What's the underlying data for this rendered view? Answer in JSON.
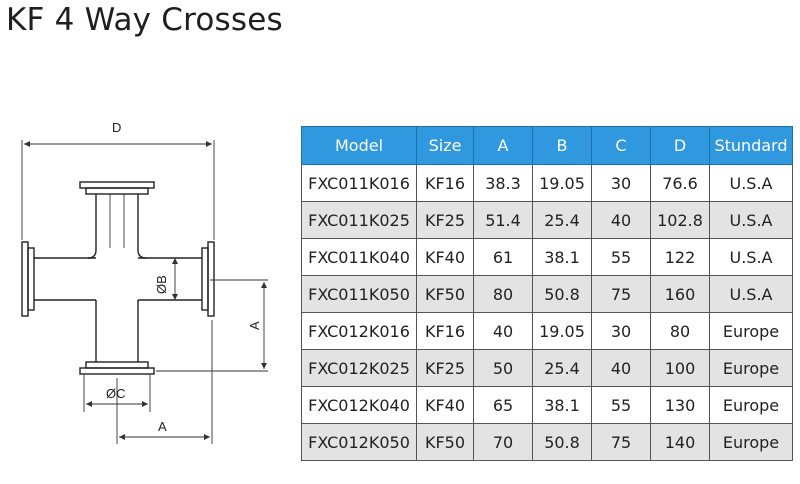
{
  "title": "KF 4 Way Crosses",
  "drawing": {
    "dim_d": "D",
    "dim_b": "ØB",
    "dim_a_vertical": "A",
    "dim_c": "ØC",
    "dim_a_horizontal": "A"
  },
  "table": {
    "headers": [
      "Model",
      "Size",
      "A",
      "B",
      "C",
      "D",
      "Stundard"
    ],
    "rows": [
      [
        "FXC011K016",
        "KF16",
        "38.3",
        "19.05",
        "30",
        "76.6",
        "U.S.A"
      ],
      [
        "FXC011K025",
        "KF25",
        "51.4",
        "25.4",
        "40",
        "102.8",
        "U.S.A"
      ],
      [
        "FXC011K040",
        "KF40",
        "61",
        "38.1",
        "55",
        "122",
        "U.S.A"
      ],
      [
        "FXC011K050",
        "KF50",
        "80",
        "50.8",
        "75",
        "160",
        "U.S.A"
      ],
      [
        "FXC012K016",
        "KF16",
        "40",
        "19.05",
        "30",
        "80",
        "Europe"
      ],
      [
        "FXC012K025",
        "KF25",
        "50",
        "25.4",
        "40",
        "100",
        "Europe"
      ],
      [
        "FXC012K040",
        "KF40",
        "65",
        "38.1",
        "55",
        "130",
        "Europe"
      ],
      [
        "FXC012K050",
        "KF50",
        "70",
        "50.8",
        "75",
        "140",
        "Europe"
      ]
    ]
  },
  "colors": {
    "header_bg": "#2f98de",
    "row_alt_bg": "#e3e3e3"
  }
}
